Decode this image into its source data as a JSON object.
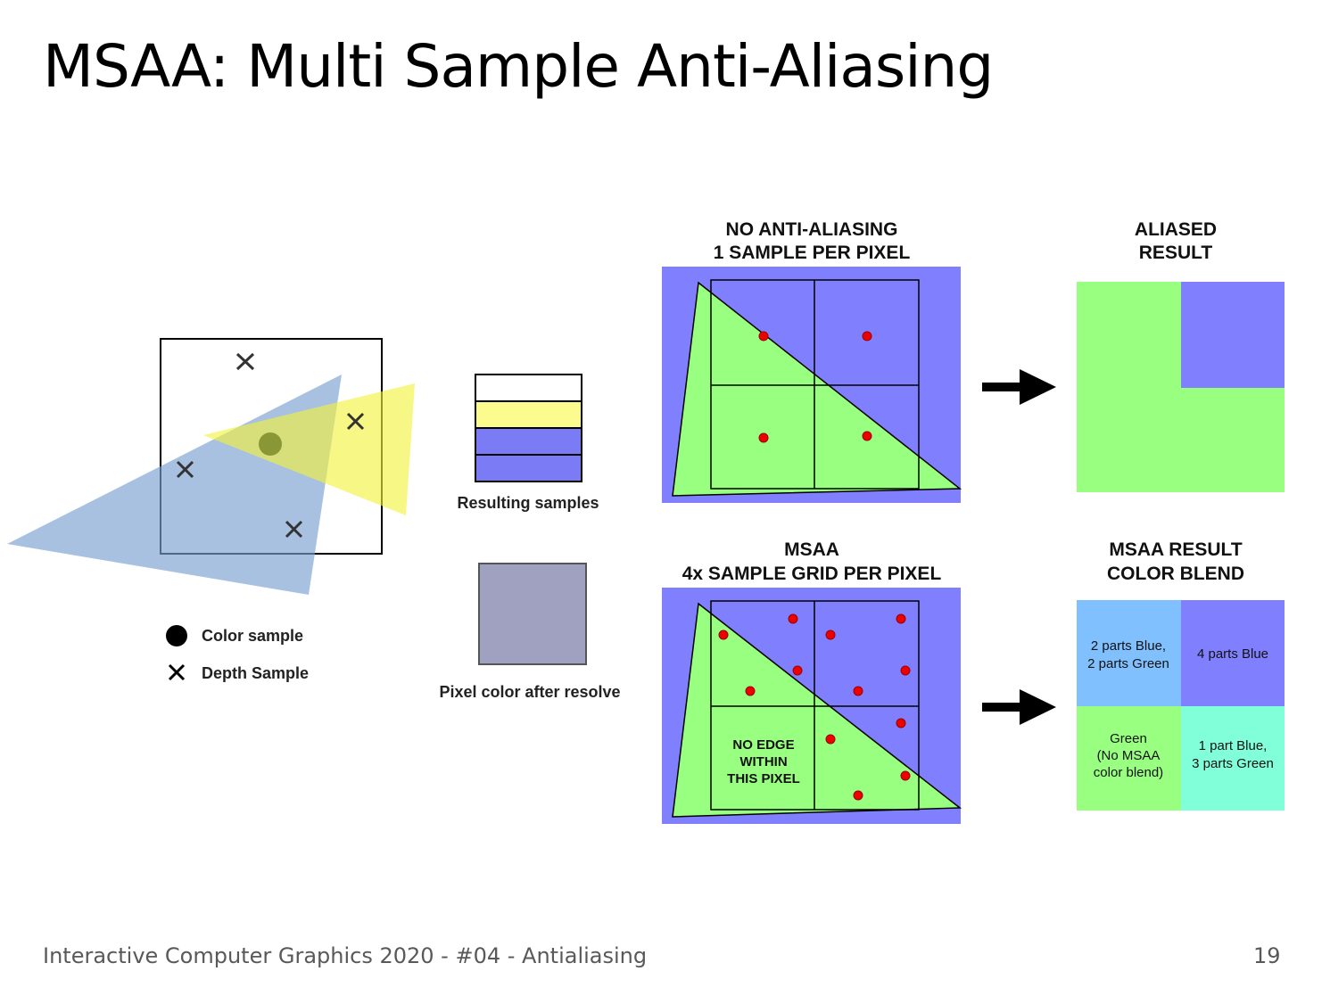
{
  "slide": {
    "title": "MSAA: Multi Sample Anti-Aliasing",
    "footer": "Interactive Computer Graphics 2020 - #04 - Antialiasing",
    "page_number": "19"
  },
  "left_figure": {
    "resulting_samples_label": "Resulting samples",
    "pixel_color_label": "Pixel color after resolve",
    "legend_color": "Color sample",
    "legend_depth": "Depth Sample"
  },
  "top_row": {
    "heading_line1": "NO ANTI-ALIASING",
    "heading_line2": "1 SAMPLE PER PIXEL",
    "result_line1": "ALIASED",
    "result_line2": "RESULT"
  },
  "bottom_row": {
    "heading_line1": "MSAA",
    "heading_line2": "4x SAMPLE GRID PER PIXEL",
    "result_line1": "MSAA RESULT",
    "result_line2": "COLOR BLEND",
    "no_edge_line1": "NO EDGE",
    "no_edge_line2": "WITHIN",
    "no_edge_line3": "THIS PIXEL",
    "cell_tl_line1": "2 parts Blue,",
    "cell_tl_line2": "2 parts Green",
    "cell_tr": "4 parts Blue",
    "cell_bl_line1": "Green",
    "cell_bl_line2": "(No MSAA",
    "cell_bl_line3": "color blend)",
    "cell_br_line1": "1 part Blue,",
    "cell_br_line2": "3 parts Green"
  },
  "colors": {
    "blue_bg": "#8080ff",
    "green": "#99ff80",
    "sample_red": "#ee0000",
    "light_blue": "#80c0ff",
    "cyan_green": "#80ffd9",
    "resolve_color": "#a0a0c0"
  }
}
